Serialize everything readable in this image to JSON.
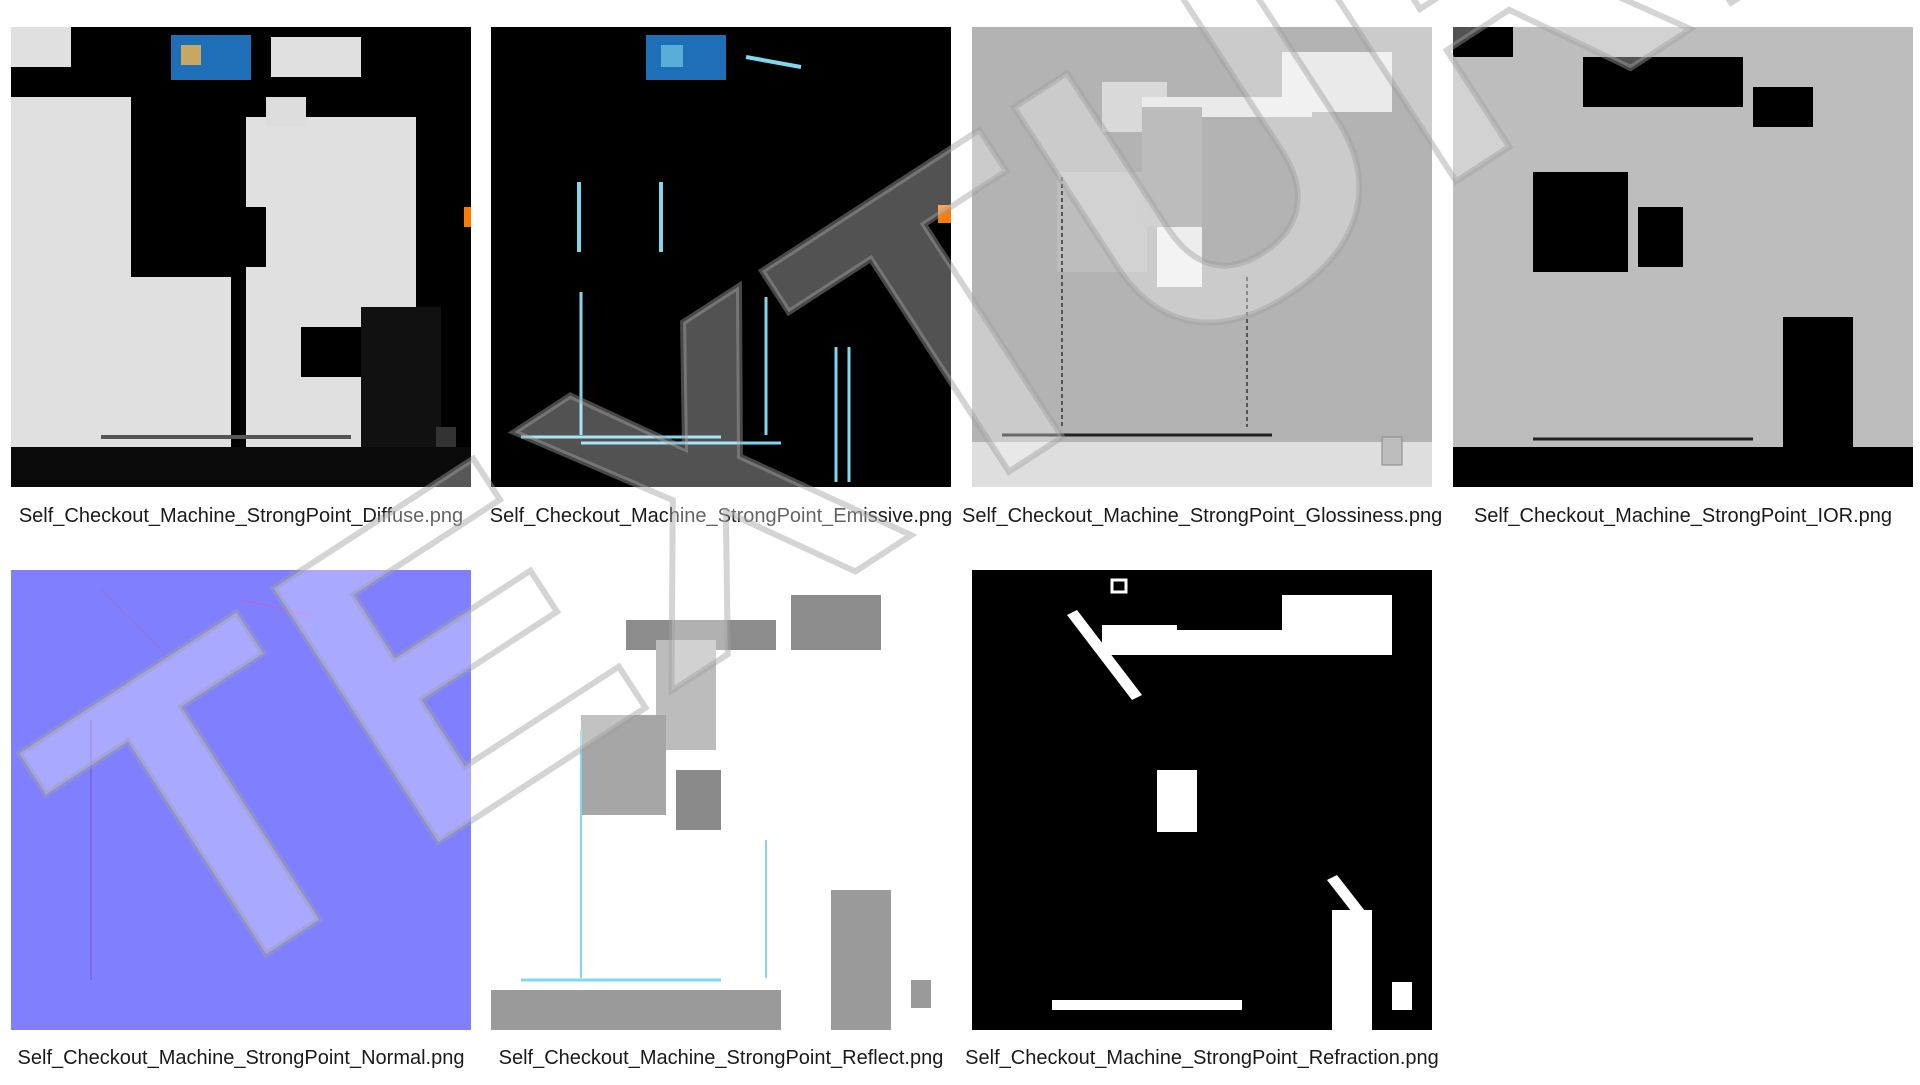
{
  "textures": [
    {
      "label": "Self_Checkout_Machine_StrongPoint_Diffuse.png",
      "map": "diffuse"
    },
    {
      "label": "Self_Checkout_Machine_StrongPoint_Emissive.png",
      "map": "emissive"
    },
    {
      "label": "Self_Checkout_Machine_StrongPoint_Glossiness.png",
      "map": "glossiness"
    },
    {
      "label": "Self_Checkout_Machine_StrongPoint_IOR.png",
      "map": "ior"
    },
    {
      "label": "Self_Checkout_Machine_StrongPoint_Normal.png",
      "map": "normal"
    },
    {
      "label": "Self_Checkout_Machine_StrongPoint_Reflect.png",
      "map": "reflect"
    },
    {
      "label": "Self_Checkout_Machine_StrongPoint_Refraction.png",
      "map": "refraction"
    }
  ],
  "watermark": {
    "text": "TEXTURES"
  },
  "colors": {
    "normal_map": "#8080ff",
    "emissive_cyan": "#7fd8ee",
    "emissive_orange": "#ff7a00",
    "light_gray": "#e0e0e0",
    "glossiness_gray": "#b3b3b3",
    "ior_gray": "#bdbdbd"
  }
}
